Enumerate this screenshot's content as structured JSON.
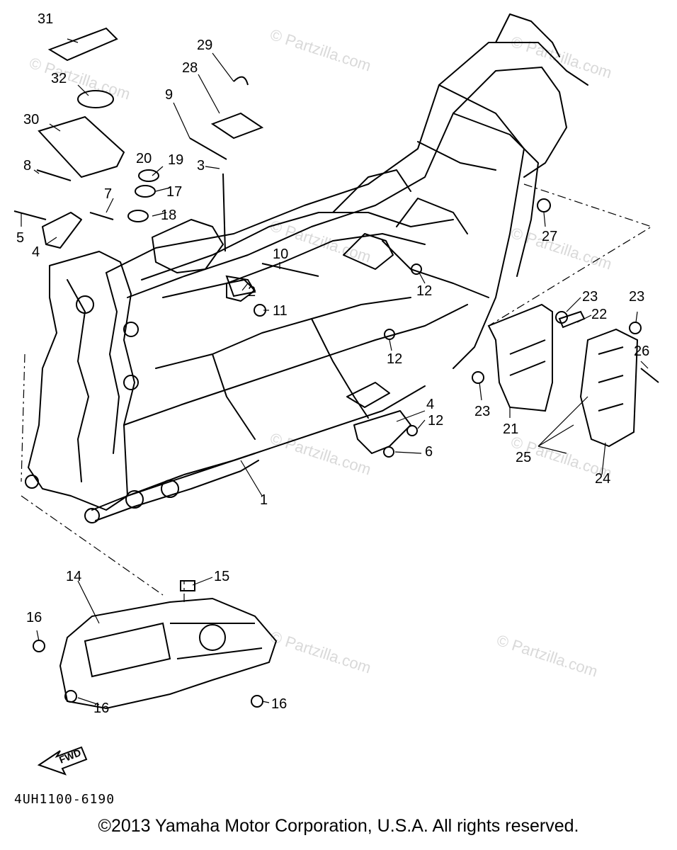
{
  "watermarks": [
    "© Partzilla.com",
    "© Partzilla.com",
    "© Partzilla.com",
    "© Partzilla.com",
    "© Partzilla.com",
    "© Partzilla.com",
    "© Partzilla.com",
    "© Partzilla.com",
    "© Partzilla.com"
  ],
  "callouts": [
    "31",
    "32",
    "30",
    "29",
    "28",
    "9",
    "20",
    "19",
    "8",
    "17",
    "18",
    "7",
    "5",
    "4",
    "3",
    "27",
    "10",
    "2",
    "11",
    "12",
    "12",
    "23",
    "22",
    "23",
    "26",
    "23",
    "21",
    "25",
    "24",
    "4",
    "12",
    "6",
    "1",
    "14",
    "15",
    "16",
    "16",
    "16"
  ],
  "fwd_label": "FWD",
  "diagram_code": "4UH1100-6190",
  "copyright": "©2013 Yamaha Motor Corporation, U.S.A. All rights reserved."
}
